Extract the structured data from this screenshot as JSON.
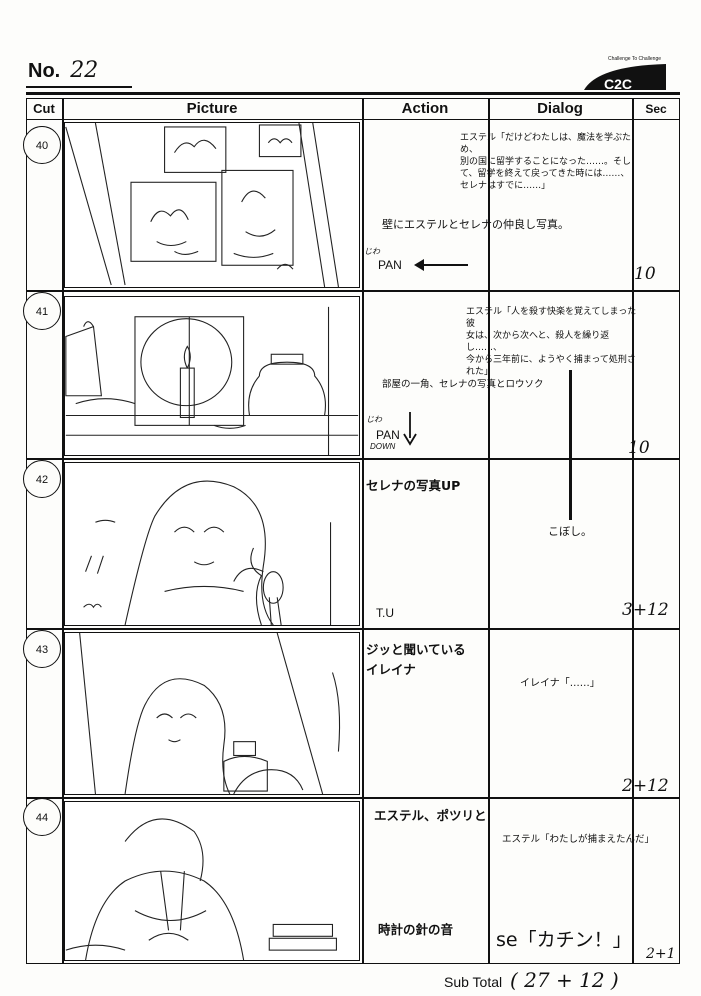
{
  "page": {
    "label": "No.",
    "number": "22"
  },
  "logo": {
    "tagline": "Challenge To Challenge",
    "text": "C2C"
  },
  "columns": {
    "cut": "Cut",
    "picture": "Picture",
    "action": "Action",
    "dialog": "Dialog",
    "sec": "Sec"
  },
  "rows": [
    {
      "cut": "40",
      "action": "壁にエステルとセレナの仲良し写真。",
      "camera": "PAN",
      "camera_note": "じわ",
      "dialog": [
        "エステル「だけどわたしは、魔法を学ぶため、",
        "別の国に留学することになった……。そし",
        "て、留学を終えて戻ってきた時には……、",
        "セレナはすでに……」"
      ],
      "sec": "10"
    },
    {
      "cut": "41",
      "action": "部屋の一角、セレナの写真とロウソク",
      "camera_note": "じわ",
      "camera": "PAN",
      "camera_dir": "DOWN",
      "dialog": [
        "エステル「人を殺す快楽を覚えてしまった彼",
        "女は、次から次へと、殺人を繰り返し……、",
        "今から三年前に、ようやく捕まって処刑さ",
        "れた」"
      ],
      "sec": "10"
    },
    {
      "cut": "42",
      "action": "セレナの写真UP",
      "camera": "T.U",
      "dialog": [
        "こぼし。"
      ],
      "sec": "3+12"
    },
    {
      "cut": "43",
      "action": [
        "ジッと聞いている",
        "イレイナ"
      ],
      "dialog": [
        "イレイナ「……」"
      ],
      "sec": "2+12"
    },
    {
      "cut": "44",
      "action": [
        "エステル、ポツリと",
        "時計の針の音"
      ],
      "dialog": [
        "エステル「わたしが捕まえたんだ」",
        "se「カチン！」"
      ],
      "sec": "2+1"
    }
  ],
  "subtotal": {
    "label": "Sub Total",
    "value": "( 27 + 12 )"
  }
}
